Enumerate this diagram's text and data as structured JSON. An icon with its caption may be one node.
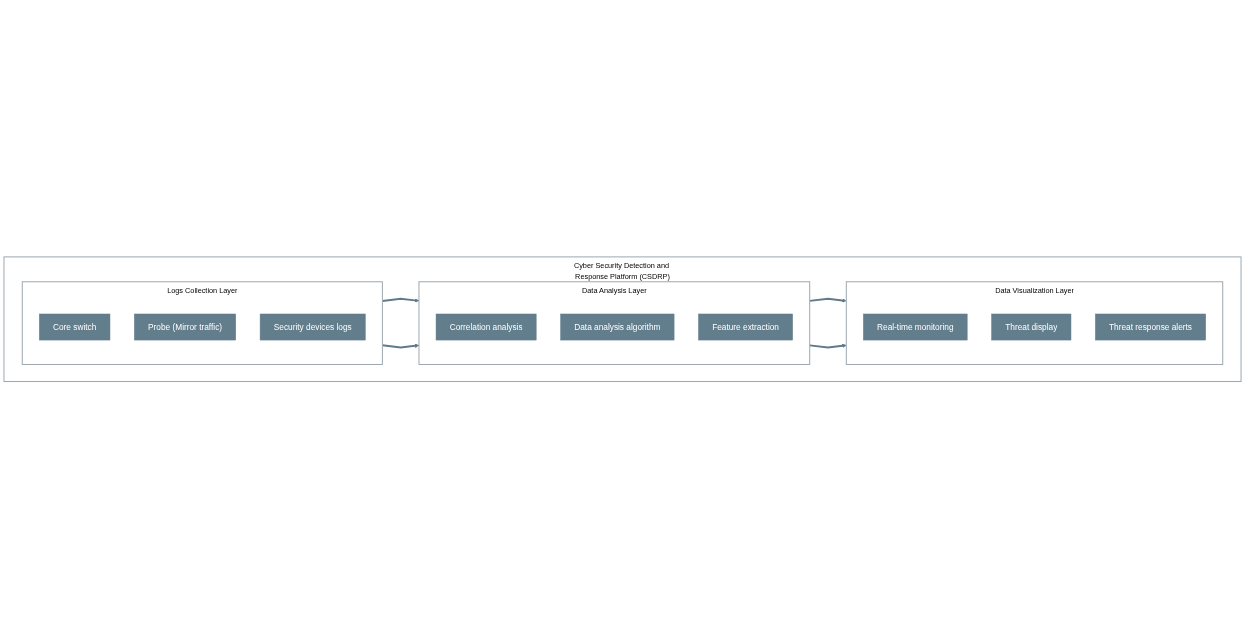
{
  "diagram": {
    "nodes": [
      {
        "text": [
          "Cyber Security Detection and Response Platform (CSDRP)"
        ]
      },
      {
        "text": [
          "Data Visualization Layer"
        ],
        "in": 0
      },
      {
        "text": [
          "Real-time monitoring"
        ],
        "in": 1
      },
      {
        "text": [
          "Threat display"
        ],
        "in": 1
      },
      {
        "text": [
          "Threat response alerts"
        ],
        "in": 1
      },
      {
        "text": [
          "Data Analysis Layer"
        ],
        "in": 0
      },
      {
        "text": [
          "Correlation analysis"
        ],
        "in": 5
      },
      {
        "text": [
          "Data analysis algorithm"
        ],
        "in": 5
      },
      {
        "text": [
          "Feature extraction"
        ],
        "in": 5
      },
      {
        "text": [
          "Logs Collection Layer"
        ],
        "in": 0
      },
      {
        "text": [
          "Core switch"
        ],
        "in": 9
      },
      {
        "text": [
          "Probe (Mirror traffic)"
        ],
        "in": 9
      },
      {
        "text": [
          "Security devices logs"
        ],
        "in": 9
      }
    ],
    "edges": [
      {
        "from": 5,
        "to": 1,
        "arrow": "to"
      },
      {
        "from": 5,
        "to": 1,
        "arrow": "to"
      },
      {
        "from": 9,
        "to": 5,
        "arrow": "to"
      },
      {
        "from": 9,
        "to": 5,
        "arrow": "to"
      }
    ]
  }
}
